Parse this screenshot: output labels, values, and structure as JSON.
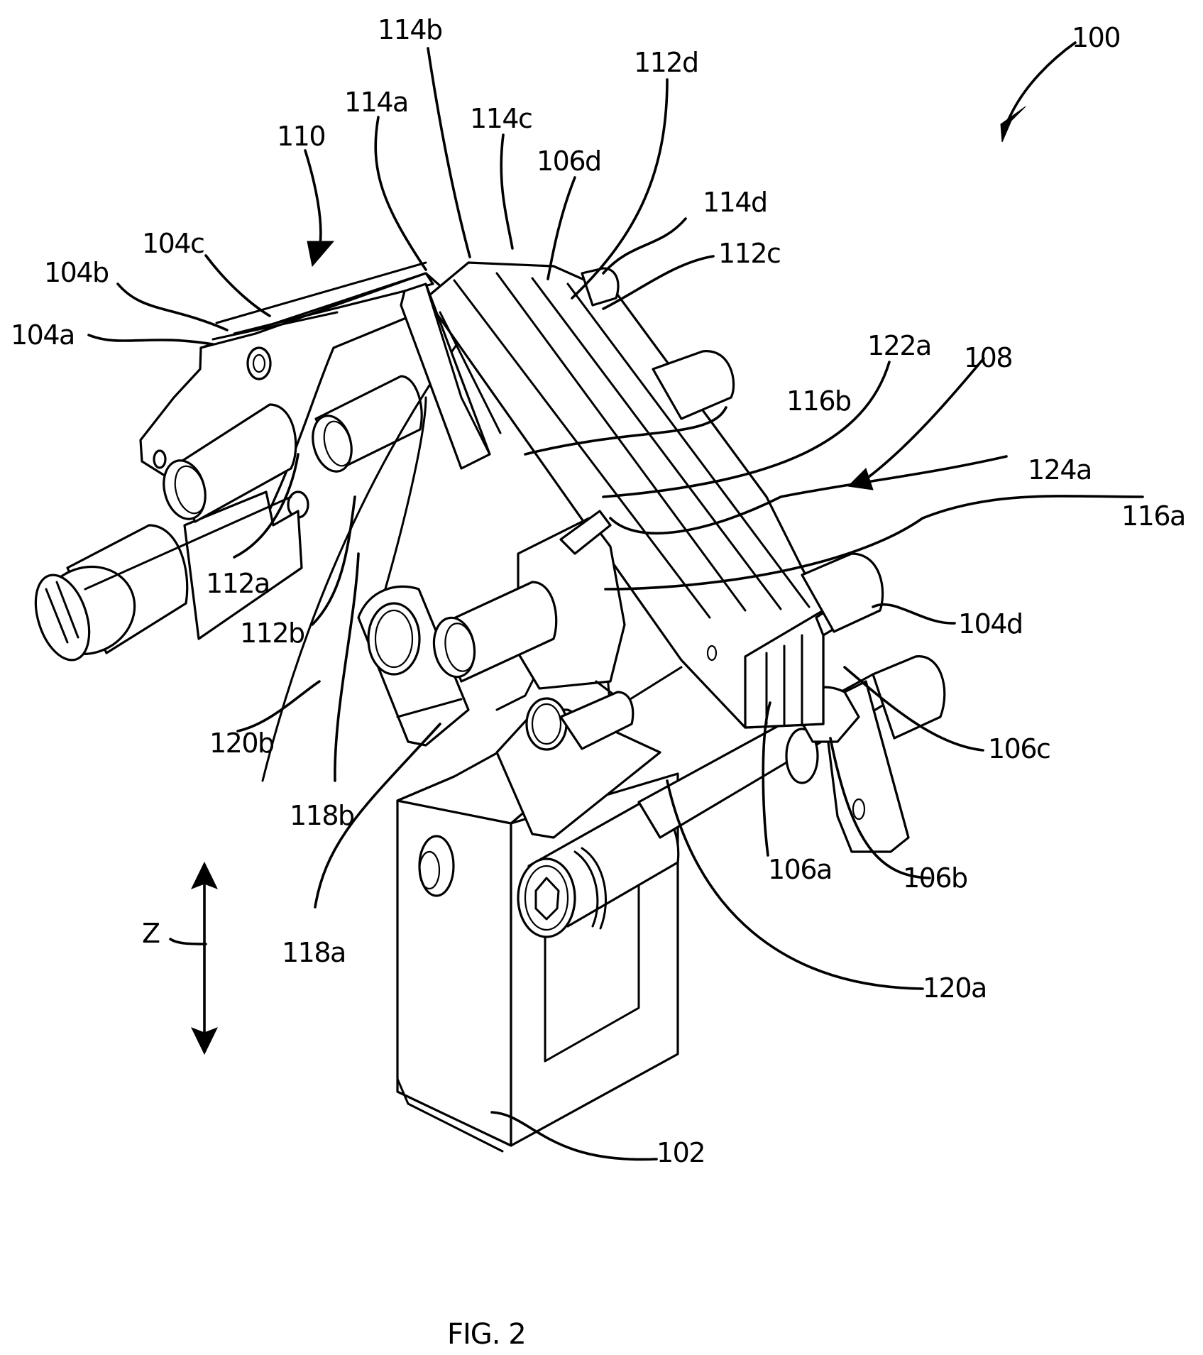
{
  "figure": {
    "caption": "FIG. 2",
    "assembly_label": "100",
    "axis": {
      "name": "Z",
      "direction": "vertical, bidirectional"
    },
    "labels": {
      "l100": "100",
      "l102": "102",
      "l104a": "104a",
      "l104b": "104b",
      "l104c": "104c",
      "l104d": "104d",
      "l106a": "106a",
      "l106b": "106b",
      "l106c": "106c",
      "l106d": "106d",
      "l108": "108",
      "l110": "110",
      "l112a": "112a",
      "l112b": "112b",
      "l112c": "112c",
      "l112d": "112d",
      "l114a": "114a",
      "l114b": "114b",
      "l114c": "114c",
      "l114d": "114d",
      "l116a": "116a",
      "l116b": "116b",
      "l118a": "118a",
      "l118b": "118b",
      "l120a": "120a",
      "l120b": "120b",
      "l122a": "122a",
      "l124a": "124a",
      "lZ": "Z"
    },
    "style": {
      "line_color": "#000000",
      "background": "#ffffff"
    }
  }
}
